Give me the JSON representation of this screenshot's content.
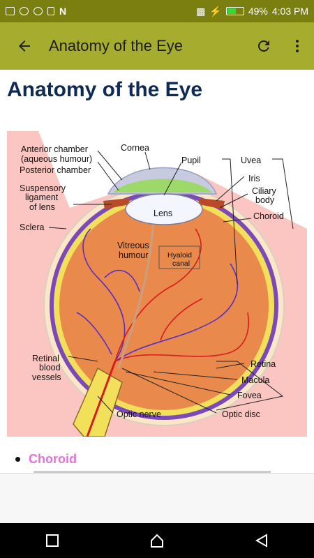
{
  "status_bar": {
    "battery": "49%",
    "time": "4:03 PM",
    "letter": "N",
    "battery_level": 0.49
  },
  "app_bar": {
    "title": "Anatomy of the Eye"
  },
  "article": {
    "heading": "Anatomy of the Eye",
    "bullet_label": "Choroid"
  },
  "diagram": {
    "labels": {
      "anterior_chamber": "Anterior chamber",
      "aqueous_humour": "(aqueous humour)",
      "posterior_chamber": "Posterior chamber",
      "suspensory1": "Suspensory",
      "suspensory2": "ligament",
      "suspensory3": "of lens",
      "sclera": "Sclera",
      "cornea": "Cornea",
      "pupil": "Pupil",
      "uvea": "Uvea",
      "iris": "Iris",
      "ciliary1": "Ciliary",
      "ciliary2": "body",
      "choroid": "Choroid",
      "lens": "Lens",
      "vitreous1": "Vitreous",
      "vitreous2": "humour",
      "hyaloid1": "Hyaloid",
      "hyaloid2": "canal",
      "retinal1": "Retinal",
      "retinal2": "blood",
      "retinal3": "vessels",
      "retina": "Retina",
      "macula": "Macula",
      "fovea": "Fovea",
      "optic_nerve": "Optic nerve",
      "optic_disc": "Optic disc"
    }
  },
  "colors": {
    "status_bar": "#7b7f0f",
    "app_bar": "#a6ad2e",
    "title": "#0f2a55",
    "bullet": "#e072d8"
  }
}
